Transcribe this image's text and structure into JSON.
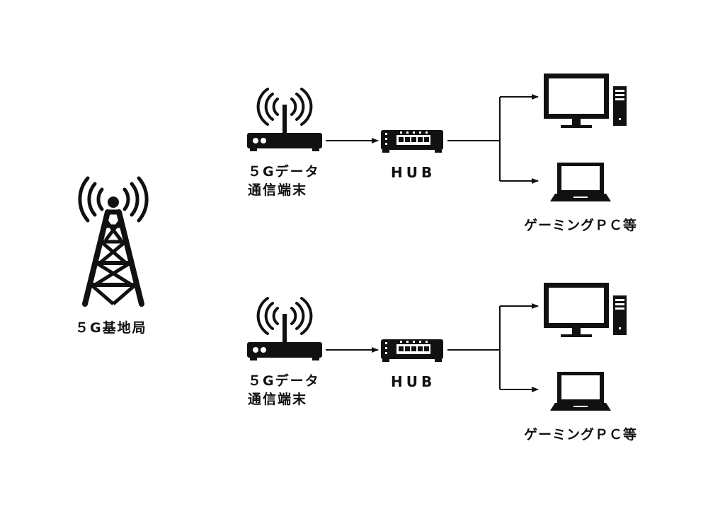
{
  "base_station": {
    "label": "５G基地局",
    "icon": "cell-tower-icon"
  },
  "rows": [
    {
      "terminal": {
        "label_line1": "５Gデータ",
        "label_line2": "通信端末",
        "icon": "router-icon"
      },
      "hub": {
        "label": "HUB",
        "icon": "network-switch-icon"
      },
      "devices": {
        "label": "ゲーミングＰＣ等",
        "icons": [
          "desktop-computer-icon",
          "laptop-icon"
        ]
      }
    },
    {
      "terminal": {
        "label_line1": "５Gデータ",
        "label_line2": "通信端末",
        "icon": "router-icon"
      },
      "hub": {
        "label": "HUB",
        "icon": "network-switch-icon"
      },
      "devices": {
        "label": "ゲーミングＰＣ等",
        "icons": [
          "desktop-computer-icon",
          "laptop-icon"
        ]
      }
    }
  ],
  "colors": {
    "ink": "#111111",
    "background": "#ffffff"
  }
}
